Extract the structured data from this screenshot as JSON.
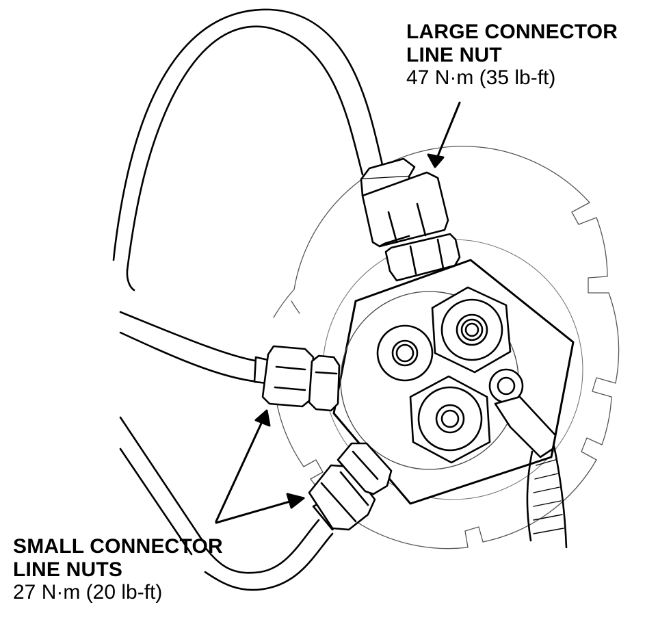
{
  "callouts": {
    "large": {
      "title_line1": "LARGE CONNECTOR",
      "title_line2": "LINE NUT",
      "torque": "47 N·m (35 lb-ft)"
    },
    "small": {
      "title_line1": "SMALL CONNECTOR",
      "title_line2": "LINE NUTS",
      "torque": "27 N·m (20 lb-ft)"
    }
  },
  "colors": {
    "line": "#000000",
    "background": "#ffffff",
    "faint": "#666666"
  }
}
